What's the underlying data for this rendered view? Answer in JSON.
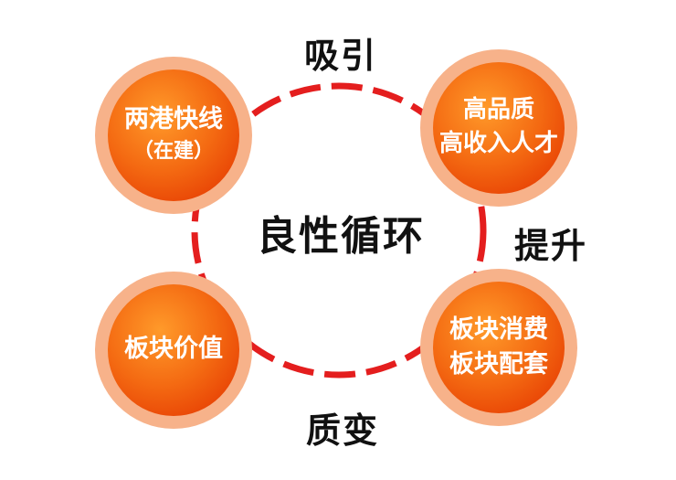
{
  "center": {
    "title": "良性循环"
  },
  "nodes": {
    "top_left": {
      "line1": "两港快线",
      "line2": "（在建）"
    },
    "top_right": {
      "line1": "高品质",
      "line2": "高收入人才"
    },
    "bottom_right": {
      "line1": "板块消费",
      "line2": "板块配套"
    },
    "bottom_left": {
      "line1": "板块价值"
    }
  },
  "connectors": {
    "top": "吸引",
    "right": "提升",
    "bottom": "质变"
  },
  "colors": {
    "ring_dash": "#e41e1e",
    "bubble_outer": "#f6a06a",
    "bubble_inner_light": "#ff8a1f",
    "bubble_inner_dark": "#ee4a06",
    "text_dark": "#111111"
  }
}
